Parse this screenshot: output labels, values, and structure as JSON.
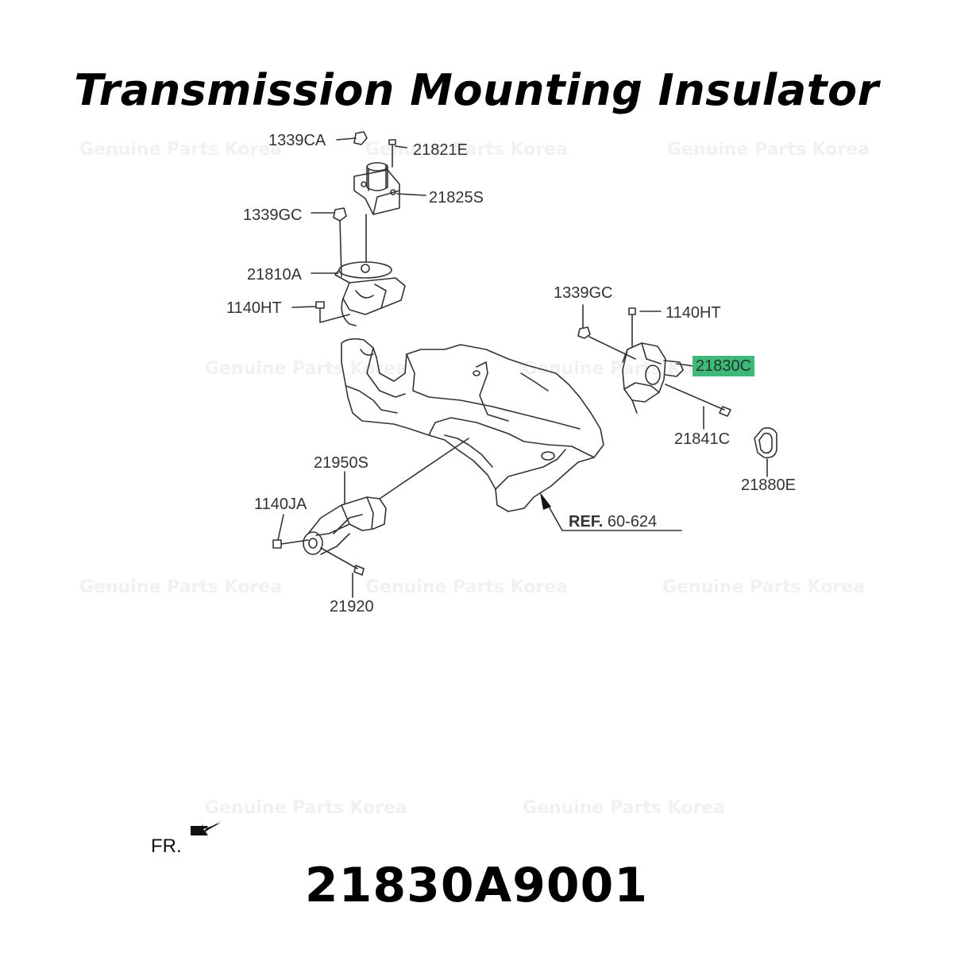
{
  "title": "Transmission Mounting Insulator",
  "part_number": "21830A9001",
  "watermark": "Genuine Parts Korea",
  "highlight_color": "#3fb87a",
  "labels": {
    "l1339CA": "1339CA",
    "l21821E": "21821E",
    "l21825S": "21825S",
    "l1339GC_a": "1339GC",
    "l21810A": "21810A",
    "l1140HT_a": "1140HT",
    "l1339GC_b": "1339GC",
    "l1140HT_b": "1140HT",
    "l21830C": "21830C",
    "l21841C": "21841C",
    "l21880E": "21880E",
    "l21950S": "21950S",
    "l1140JA": "1140JA",
    "l21920": "21920"
  },
  "reference": {
    "prefix": "REF.",
    "code": "60-624"
  },
  "front_label": "FR."
}
